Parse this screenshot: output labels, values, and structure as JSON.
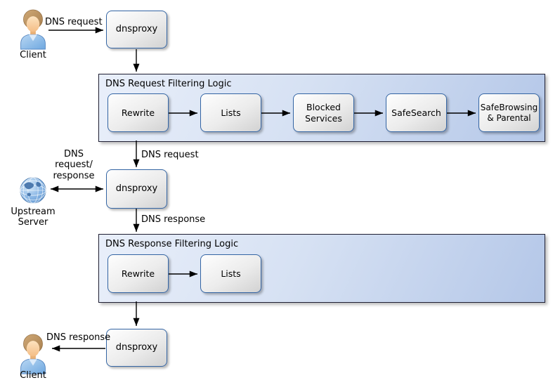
{
  "nodes": {
    "client_top": {
      "label": "Client"
    },
    "dnsproxy_top": {
      "label": "dnsproxy"
    },
    "dnsproxy_middle": {
      "label": "dnsproxy"
    },
    "dnsproxy_bottom": {
      "label": "dnsproxy"
    },
    "upstream_server": {
      "label": "Upstream Server"
    },
    "client_bottom": {
      "label": "Client"
    }
  },
  "request_pipeline": {
    "title": "DNS Request Filtering Logic",
    "steps": [
      "Rewrite",
      "Lists",
      "Blocked Services",
      "SafeSearch",
      "SafeBrowsing & Parental"
    ]
  },
  "response_pipeline": {
    "title": "DNS Response Filtering Logic",
    "steps": [
      "Rewrite",
      "Lists"
    ]
  },
  "edge_labels": {
    "client_to_proxy": "DNS request",
    "request_filter_to_proxy": "DNS request",
    "upstream_exchange": "DNS request/ response",
    "proxy_to_response_filter": "DNS response",
    "proxy_to_client": "DNS response"
  },
  "icons": {
    "client_top": "person-icon",
    "upstream_server": "globe-icon",
    "client_bottom": "person-icon"
  },
  "colors": {
    "node_border": "#3465a4",
    "node_fill_start": "#fefefe",
    "node_fill_end": "#d2d2d2",
    "container_fill_start": "#e9effa",
    "container_fill_end": "#b4c7e8",
    "container_border": "#1f1f33",
    "arrow": "#000000",
    "text": "#000000"
  }
}
